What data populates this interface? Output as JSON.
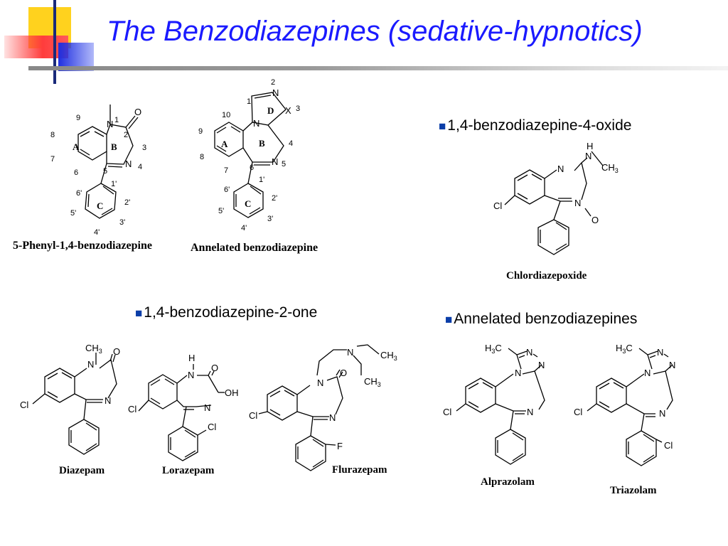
{
  "header": {
    "title": "The Benzodiazepines (sedative-hypnotics)"
  },
  "colors": {
    "title": "#1a1aff",
    "bullet": "#0b3ea8",
    "deco_yellow": "#ffd21e",
    "deco_red": "#ff3c3c",
    "deco_blue": "#1f2fe0"
  },
  "bullets": {
    "oxide": "1,4-benzodiazepine-4-oxide",
    "two_one": "1,4-benzodiazepine-2-one",
    "annelated": "Annelated benzodiazepines",
    "marker": "■"
  },
  "captions": {
    "phenyl": "5-Phenyl-1,4-benzodiazepine",
    "annelated": "Annelated benzodiazepine",
    "chlordiazepoxide": "Chlordiazepoxide",
    "diazepam": "Diazepam",
    "lorazepam": "Lorazepam",
    "flurazepam": "Flurazepam",
    "alprazolam": "Alprazolam",
    "triazolam": "Triazolam"
  },
  "atoms": {
    "N": "N",
    "O": "O",
    "Cl": "Cl",
    "F": "F",
    "H": "H",
    "OH": "OH",
    "X": "X",
    "CH": "CH",
    "H3C_H": "H",
    "H3C_C": "C",
    "sub3": "3"
  },
  "ring_labels": {
    "A": "A",
    "B": "B",
    "C": "C",
    "D": "D"
  },
  "numbering_phenyl": [
    "1",
    "2",
    "3",
    "4",
    "5",
    "6",
    "7",
    "8",
    "9",
    "1'",
    "2'",
    "3'",
    "4'",
    "5'",
    "6'"
  ],
  "numbering_annelated": [
    "1",
    "2",
    "3",
    "4",
    "5",
    "6",
    "7",
    "8",
    "9",
    "10",
    "1'",
    "2'",
    "3'",
    "4'",
    "5'",
    "6'"
  ]
}
